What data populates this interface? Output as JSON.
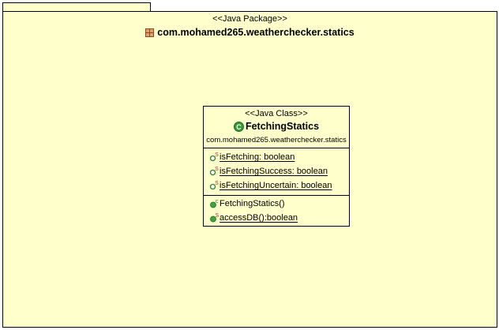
{
  "package": {
    "stereotype": "<<Java Package>>",
    "name": "com.mohamed265.weatherchecker.statics",
    "icon": "package-icon"
  },
  "class": {
    "stereotype": "<<Java Class>>",
    "name": "FetchingStatics",
    "package": "com.mohamed265.weatherchecker.statics",
    "icon": "class-icon",
    "attributes": [
      {
        "text": "isFetching: boolean",
        "modifier": "static",
        "icon": "static-field-icon"
      },
      {
        "text": "isFetchingSuccess: boolean",
        "modifier": "static",
        "icon": "static-field-icon"
      },
      {
        "text": "isFetchingUncertain: boolean",
        "modifier": "static",
        "icon": "static-field-icon"
      }
    ],
    "operations": [
      {
        "text": "FetchingStatics()",
        "modifier": "constructor",
        "icon": "constructor-icon"
      },
      {
        "text": "accessDB():boolean",
        "modifier": "static",
        "icon": "static-method-icon"
      }
    ]
  },
  "colors": {
    "fill": "#ffffcc",
    "class_icon": "#3a9a3a",
    "method_icon": "#3fa53f",
    "static_marker": "#b03030",
    "package_icon": "#b8683a"
  }
}
